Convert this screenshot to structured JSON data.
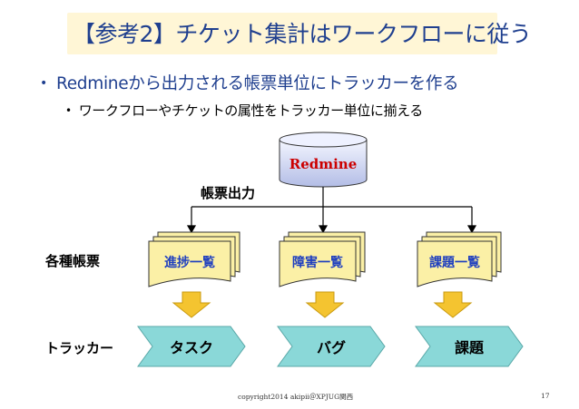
{
  "slide": {
    "title": "【参考2】チケット集計はワークフローに従う",
    "bullet_main": "Redmineから出力される帳票単位にトラッカーを作る",
    "bullet_sub": "ワークフローやチケットの属性をトラッカー単位に揃える",
    "footer": "copyright2014 akipii＠XPJUG関西",
    "page_number": "17"
  },
  "diagram": {
    "database_label": "Redmine",
    "output_label": "帳票出力",
    "row_labels": {
      "reports": "各種帳票",
      "trackers": "トラッカー"
    },
    "documents": [
      "進捗一覧",
      "障害一覧",
      "課題一覧"
    ],
    "trackers": [
      "タスク",
      "バグ",
      "課題"
    ]
  },
  "colors": {
    "title_text": "#1f3f8f",
    "title_bg": "#fff6d6",
    "database_fill_top": "#f4f6ff",
    "database_fill_bottom": "#b3bde6",
    "database_text": "#cc0000",
    "document_fill": "#fbf0a6",
    "document_text": "#1f3fbf",
    "arrow_fill": "#f4c430",
    "chevron_fill": "#8ad8d8",
    "connector": "#000000"
  }
}
